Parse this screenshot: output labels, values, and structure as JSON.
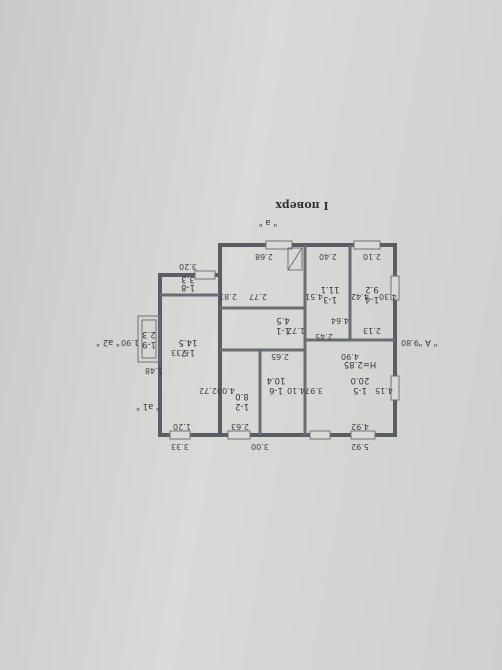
{
  "plan": {
    "caption": "I поверх",
    "marks": {
      "a_lower": "\" а \"",
      "a_side": "\" А \"",
      "a1": "\" а1 \"",
      "a2": "\" а2 \""
    },
    "height_note": "H=2.85",
    "rooms": [
      {
        "id": "1-5",
        "area": "20.0"
      },
      {
        "id": "1-6",
        "area": "10.4"
      },
      {
        "id": "1-3",
        "area": "11.1"
      },
      {
        "id": "1-4",
        "area": "9.2"
      },
      {
        "id": "1-1",
        "area": "4.5"
      },
      {
        "id": "1-2",
        "area": "8.0"
      },
      {
        "id": "1-7",
        "area": "14.5"
      },
      {
        "id": "1-8",
        "area": "3.3"
      },
      {
        "id": "1-9",
        "area": "2.3"
      }
    ],
    "dims": {
      "d1": "5.92",
      "d2": "3.00",
      "d3": "3.33",
      "d4": "4.92",
      "d5": "2.63",
      "d6": "1.20",
      "d7": "4.15",
      "d8": "3.97",
      "d9": "4.10",
      "d10": "4.00",
      "d11": "2.72",
      "d12": "4.90",
      "d13": "2.65",
      "d14": "9.80",
      "d15": "2.13",
      "d16": "2.45",
      "d17": "4.64",
      "d18": "1.72",
      "d19": "5.33",
      "d20": "1.48",
      "d21": "1.90",
      "d22": "4.30",
      "d23": "4.42",
      "d24": "4.51",
      "d25": "2.77",
      "d26": "2.83",
      "d27": "3.20",
      "d28": "2.10",
      "d29": "2.40",
      "d30": "2.68"
    }
  }
}
